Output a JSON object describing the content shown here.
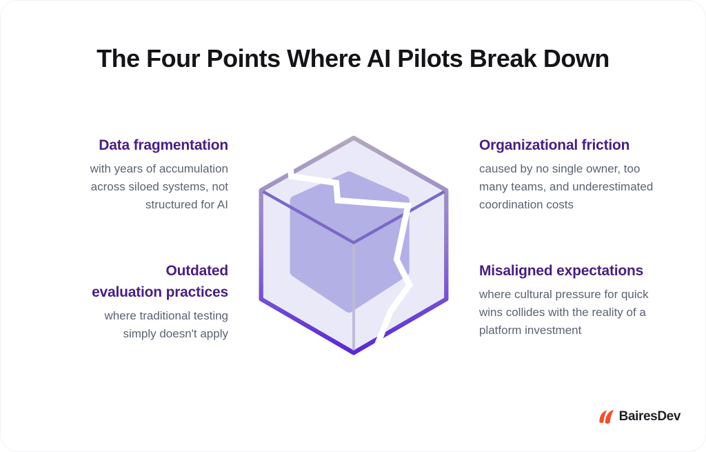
{
  "title": "The Four Points Where AI Pilots Break Down",
  "points": [
    {
      "position": "top-left",
      "heading": "Data fragmentation",
      "heading_lines": [
        "Data fragmentation"
      ],
      "body": "with years of accumulation across siloed systems, not structured for AI",
      "body_lines": [
        "with years of accumulation",
        "across siloed systems, not",
        "structured for AI"
      ]
    },
    {
      "position": "top-right",
      "heading": "Organizational friction",
      "heading_lines": [
        "Organizational friction"
      ],
      "body": "caused by no single owner, too many teams, and underestimated coordination costs",
      "body_lines": [
        "caused by no single owner, too",
        "many teams, and underestimated",
        "coordination costs"
      ]
    },
    {
      "position": "bottom-left",
      "heading": "Outdated evaluation practices",
      "heading_lines": [
        "Outdated",
        "evaluation practices"
      ],
      "body": "where traditional testing simply doesn't apply",
      "body_lines": [
        "where traditional testing",
        "simply doesn't apply"
      ]
    },
    {
      "position": "bottom-right",
      "heading": "Misaligned expectations",
      "heading_lines": [
        "Misaligned expectations"
      ],
      "body": "where cultural pressure for quick wins collides with the reality of a platform investment",
      "body_lines": [
        "where cultural pressure for quick",
        "wins collides with the reality of a",
        "platform investment"
      ]
    }
  ],
  "illustration": {
    "name": "cracked-cube",
    "elements": [
      "outer-transparent-cube",
      "inner-solid-cube",
      "white-crack-zigzag"
    ]
  },
  "logo": {
    "text": "BairesDev",
    "icon": "double-petal-icon"
  },
  "colors": {
    "title_text": "#141418",
    "heading_purple": "#4A1E80",
    "body_gray": "#5A6372",
    "cube_face": "#EAE9F8",
    "cube_inner": "#B3B0E6",
    "edge_gradient_top": "#B2A8BE",
    "edge_gradient_mid": "#8E79CC",
    "edge_gradient_bottom": "#5A27D6",
    "edge_inner_diagonal": "#7A69C6",
    "edge_inner_vertical": "#BDB9D6",
    "crack": "#FFFFFF",
    "logo_orange": "#F1502F",
    "logo_text": "#1F2026",
    "background": "#FFFFFF"
  }
}
